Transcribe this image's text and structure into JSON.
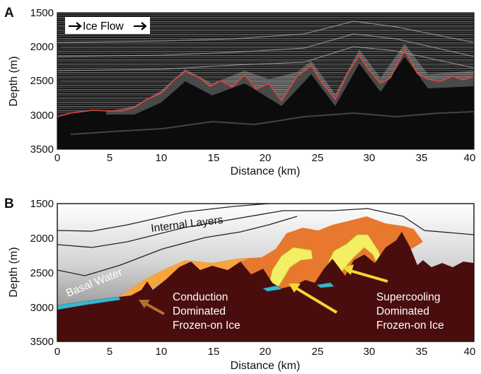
{
  "panel_a": {
    "label": "A",
    "y_ticks": [
      "1500",
      "2000",
      "2500",
      "3000",
      "3500"
    ],
    "x_ticks": [
      "0",
      "5",
      "10",
      "15",
      "20",
      "25",
      "30",
      "35",
      "40"
    ],
    "ylabel": "Depth (m)",
    "xlabel": "Distance (km)",
    "flow_label": "Ice Flow",
    "colors": {
      "radar_bg": "#0c0c0c",
      "bed_trace": "#e0463a",
      "layers": "#d8d8d8"
    }
  },
  "panel_b": {
    "label": "B",
    "y_ticks": [
      "1500",
      "2000",
      "2500",
      "3000",
      "3500"
    ],
    "x_ticks": [
      "0",
      "5",
      "10",
      "15",
      "20",
      "25",
      "30",
      "35",
      "40"
    ],
    "ylabel": "Depth (m)",
    "xlabel": "Distance (km)",
    "annotations": {
      "internal_layers": "Internal Layers",
      "basal_water": "Basal Water",
      "conduction_1": "Conduction",
      "conduction_2": "Dominated",
      "conduction_3": "Frozen-on Ice",
      "supercooling_1": "Supercooling",
      "supercooling_2": "Dominated",
      "supercooling_3": "Frozen-on Ice"
    },
    "colors": {
      "bedrock": "#4a0d0d",
      "frozen_on_ice": "#e8782e",
      "conduction_ice": "#f7a43c",
      "supercooling_ice": "#f4ee62",
      "basal_water": "#39b6cf",
      "arrow_conduction": "#b07030",
      "arrow_supercooling": "#f0d835"
    }
  }
}
